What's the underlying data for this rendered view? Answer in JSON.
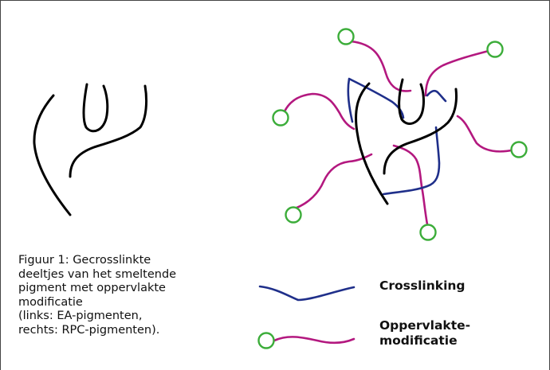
{
  "caption": {
    "lines": [
      "Figuur 1: Gecrosslinkte",
      "deeltjes van het smeltende",
      "pigment met oppervlakte",
      "modificatie",
      "(links: EA-pigmenten,",
      "rechts: RPC-pigmenten)."
    ]
  },
  "legend": {
    "crosslinking": "Crosslinking",
    "surface_mod_line1": "Oppervlakte-",
    "surface_mod_line2": "modificatie"
  },
  "colors": {
    "particle": "#000000",
    "crosslink": "#1f2f8a",
    "surface_chain": "#b3187f",
    "end_group": "#3cad3a"
  }
}
